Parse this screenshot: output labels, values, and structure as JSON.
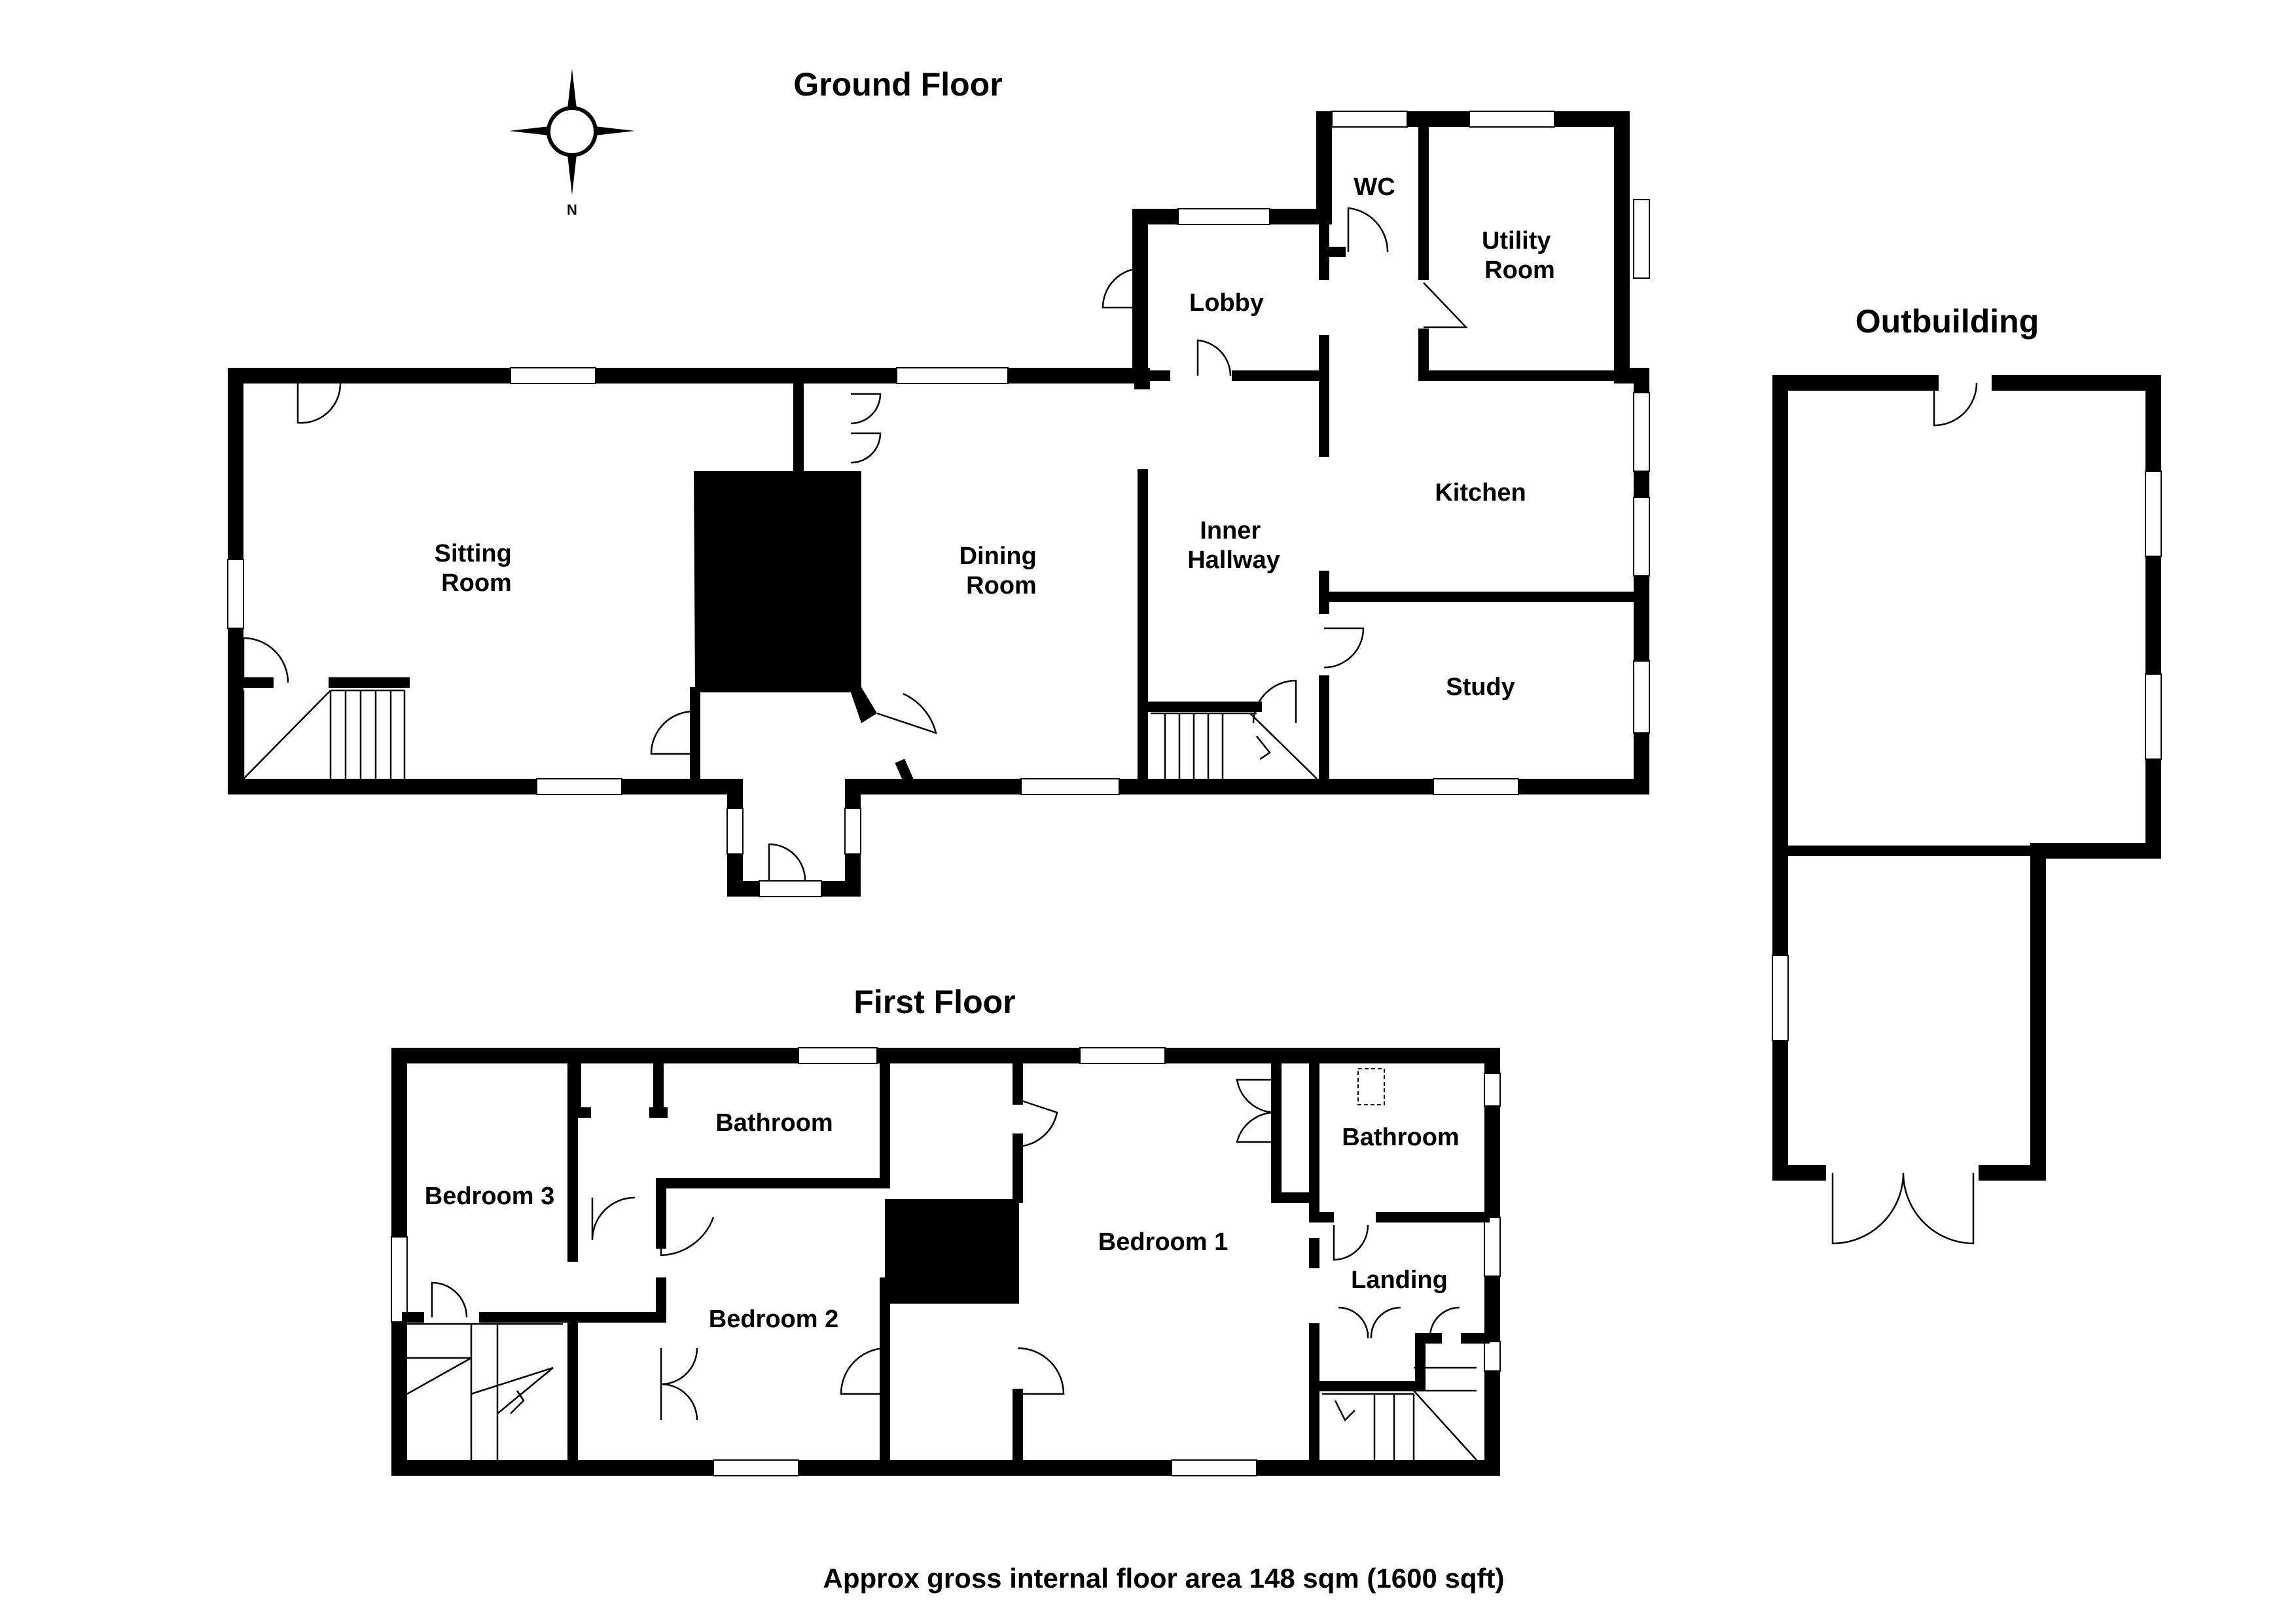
{
  "floors": {
    "ground": {
      "title": "Ground Floor"
    },
    "first": {
      "title": "First Floor"
    },
    "outbuilding": {
      "title": "Outbuilding"
    }
  },
  "compass": {
    "north_label": "N"
  },
  "rooms": {
    "sitting_room": [
      "Sitting",
      "Room"
    ],
    "dining_room": [
      "Dining",
      "Room"
    ],
    "lobby": "Lobby",
    "wc": "WC",
    "utility_room": [
      "Utility",
      "Room"
    ],
    "kitchen": "Kitchen",
    "inner_hallway": [
      "Inner",
      "Hallway"
    ],
    "study": "Study",
    "bathroom_left": "Bathroom",
    "bedroom_3": "Bedroom 3",
    "bedroom_2": "Bedroom 2",
    "bedroom_1": "Bedroom 1",
    "bathroom_right": "Bathroom",
    "landing": "Landing"
  },
  "caption": "Approx gross internal floor area 148 sqm (1600 sqft)"
}
